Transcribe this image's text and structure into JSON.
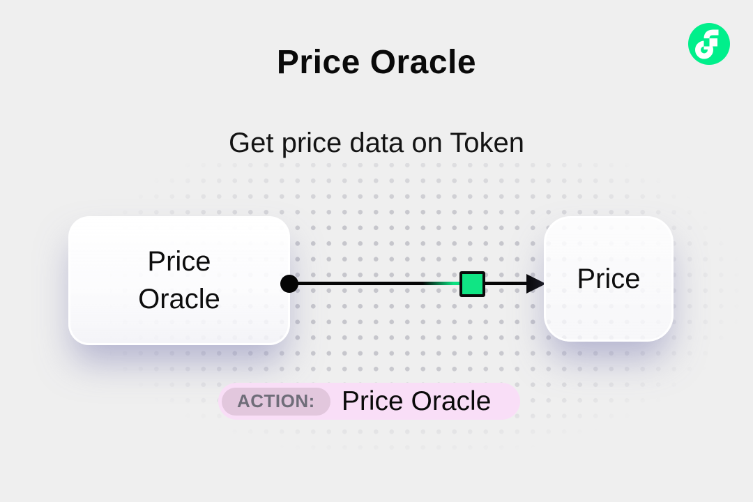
{
  "header": {
    "title": "Price Oracle",
    "subtitle": "Get price data on Token"
  },
  "brand": {
    "logo_name": "flow-logo",
    "logo_color": "#00EF8B"
  },
  "diagram": {
    "source_node": {
      "label": "Price Oracle"
    },
    "target_node": {
      "label": "Price"
    },
    "connector": {
      "marker_color": "#10E584",
      "line_color": "#050505"
    }
  },
  "action_badge": {
    "tag_label": "ACTION:",
    "value": "Price Oracle"
  },
  "theme": {
    "background": "#EFEFEF",
    "dot_color": "#C6C6CC",
    "badge_background": "#F9DEF7",
    "tag_background": "#E2C7DD",
    "tag_text_color": "#6F6D79",
    "node_shadow": "rgba(123,123,178,0.5)"
  }
}
